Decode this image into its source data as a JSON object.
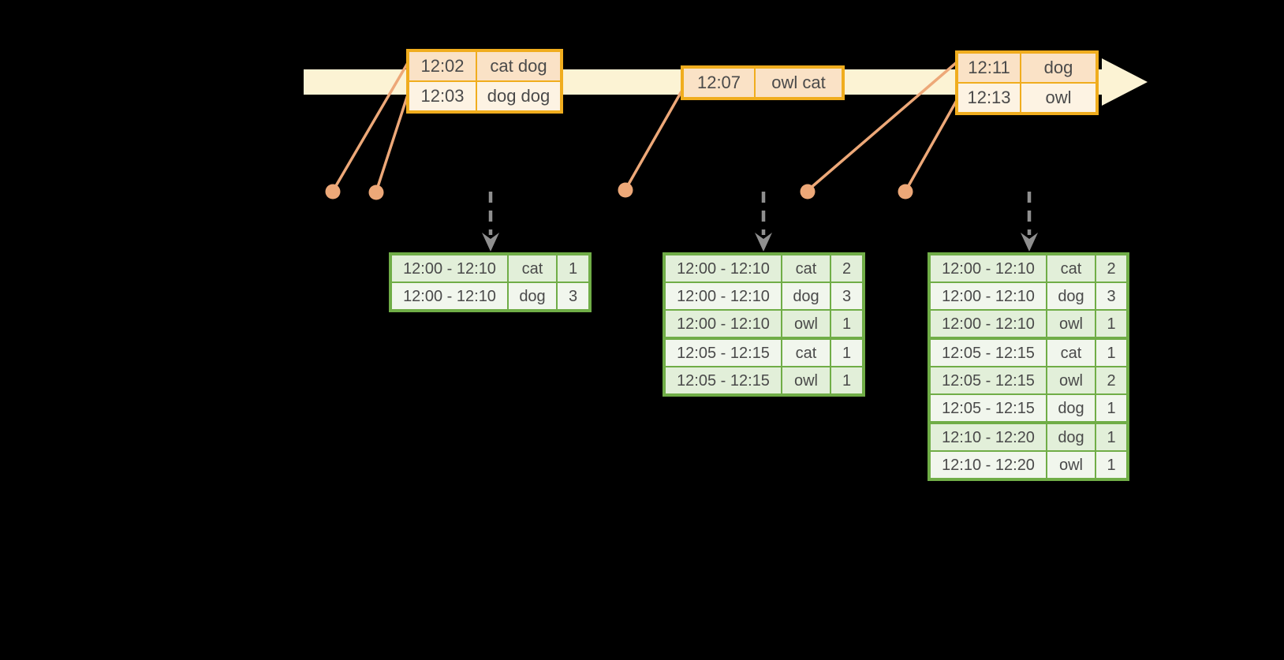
{
  "diagram": {
    "type": "streaming-windowed-aggregation",
    "background": "#000000"
  },
  "colors": {
    "timeline_fill": "#fcf3d4",
    "event_box_border": "#f0ad1e",
    "event_cell_dark": "#fae2c6",
    "event_cell_light": "#fdf3e3",
    "event_dot": "#eda878",
    "connector_line": "#eda878",
    "trigger_arrow": "#8f8f8f",
    "result_border": "#70ad47",
    "result_cell_dark": "#e2efd9",
    "result_cell_light": "#f1f6ed",
    "text": "#3f3f3f"
  },
  "event_boxes": [
    {
      "rows": [
        {
          "time": "12:02",
          "words": "cat dog"
        },
        {
          "time": "12:03",
          "words": "dog dog"
        }
      ]
    },
    {
      "rows": [
        {
          "time": "12:07",
          "words": "owl cat"
        }
      ]
    },
    {
      "rows": [
        {
          "time": "12:11",
          "words": "dog"
        },
        {
          "time": "12:13",
          "words": "owl"
        }
      ]
    }
  ],
  "result_tables": [
    {
      "rows": [
        {
          "window": "12:00 - 12:10",
          "word": "cat",
          "count": "1"
        },
        {
          "window": "12:00 - 12:10",
          "word": "dog",
          "count": "3"
        }
      ]
    },
    {
      "rows": [
        {
          "window": "12:00 - 12:10",
          "word": "cat",
          "count": "2"
        },
        {
          "window": "12:00 - 12:10",
          "word": "dog",
          "count": "3"
        },
        {
          "window": "12:00 - 12:10",
          "word": "owl",
          "count": "1"
        },
        {
          "window": "12:05 - 12:15",
          "word": "cat",
          "count": "1"
        },
        {
          "window": "12:05 - 12:15",
          "word": "owl",
          "count": "1"
        }
      ]
    },
    {
      "rows": [
        {
          "window": "12:00 - 12:10",
          "word": "cat",
          "count": "2"
        },
        {
          "window": "12:00 - 12:10",
          "word": "dog",
          "count": "3"
        },
        {
          "window": "12:00 - 12:10",
          "word": "owl",
          "count": "1"
        },
        {
          "window": "12:05 - 12:15",
          "word": "cat",
          "count": "1"
        },
        {
          "window": "12:05 - 12:15",
          "word": "owl",
          "count": "2"
        },
        {
          "window": "12:05 - 12:15",
          "word": "dog",
          "count": "1"
        },
        {
          "window": "12:10 - 12:20",
          "word": "dog",
          "count": "1"
        },
        {
          "window": "12:10 - 12:20",
          "word": "owl",
          "count": "1"
        }
      ]
    }
  ]
}
